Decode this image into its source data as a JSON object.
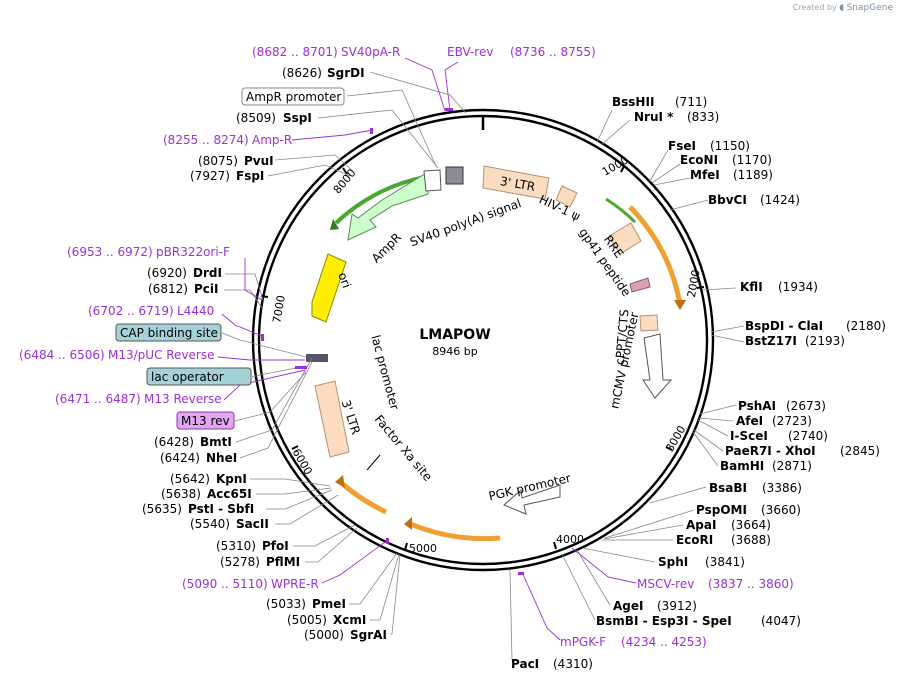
{
  "plasmid": {
    "name": "LMAPOW",
    "length_label": "8946 bp"
  },
  "watermark": {
    "prefix": "Created by",
    "brand": "SnapGene"
  },
  "ticks": [
    "1000",
    "2000",
    "3000",
    "4000",
    "5000",
    "6000",
    "7000",
    "8000"
  ],
  "enzymes_right": [
    {
      "name": "BssHII",
      "pos": "(711)"
    },
    {
      "name": "NruI *",
      "pos": "(833)"
    },
    {
      "name": "FseI",
      "pos": "(1150)"
    },
    {
      "name": "EcoNI",
      "pos": "(1170)"
    },
    {
      "name": "MfeI",
      "pos": "(1189)"
    },
    {
      "name": "BbvCI",
      "pos": "(1424)"
    },
    {
      "name": "KflI",
      "pos": "(1934)"
    },
    {
      "name": "BspDI - ClaI",
      "pos": "(2180)"
    },
    {
      "name": "BstZ17I",
      "pos": "(2193)"
    },
    {
      "name": "PshAI",
      "pos": "(2673)"
    },
    {
      "name": "AfeI",
      "pos": "(2723)"
    },
    {
      "name": "I-SceI",
      "pos": "(2740)"
    },
    {
      "name": "PaeR7I - XhoI",
      "pos": "(2845)"
    },
    {
      "name": "BamHI",
      "pos": "(2871)"
    },
    {
      "name": "BsaBI",
      "pos": "(3386)"
    },
    {
      "name": "PspOMI",
      "pos": "(3660)"
    },
    {
      "name": "ApaI",
      "pos": "(3664)"
    },
    {
      "name": "EcoRI",
      "pos": "(3688)"
    },
    {
      "name": "SphI",
      "pos": "(3841)"
    },
    {
      "name": "AgeI",
      "pos": "(3912)"
    },
    {
      "name": "BsmBI - Esp3I - SpeI",
      "pos": "(4047)"
    },
    {
      "name": "PacI",
      "pos": "(4310)"
    }
  ],
  "enzymes_left": [
    {
      "name": "SgrDI",
      "pos": "(8626)"
    },
    {
      "name": "SspI",
      "pos": "(8509)"
    },
    {
      "name": "PvuI",
      "pos": "(8075)"
    },
    {
      "name": "FspI",
      "pos": "(7927)"
    },
    {
      "name": "DrdI",
      "pos": "(6920)"
    },
    {
      "name": "PciI",
      "pos": "(6812)"
    },
    {
      "name": "BmtI",
      "pos": "(6428)"
    },
    {
      "name": "NheI",
      "pos": "(6424)"
    },
    {
      "name": "KpnI",
      "pos": "(5642)"
    },
    {
      "name": "Acc65I",
      "pos": "(5638)"
    },
    {
      "name": "PstI - SbfI",
      "pos": "(5635)"
    },
    {
      "name": "SacII",
      "pos": "(5540)"
    },
    {
      "name": "PfoI",
      "pos": "(5310)"
    },
    {
      "name": "PflMI",
      "pos": "(5278)"
    },
    {
      "name": "PmeI",
      "pos": "(5033)"
    },
    {
      "name": "XcmI",
      "pos": "(5005)"
    },
    {
      "name": "SgrAI",
      "pos": "(5000)"
    }
  ],
  "primers": [
    {
      "range": "(8682 .. 8701)",
      "name": "SV40pA-R"
    },
    {
      "range": "(8736 .. 8755)",
      "name": "EBV-rev"
    },
    {
      "range": "(8255 .. 8274)",
      "name": "Amp-R"
    },
    {
      "range": "(6953 .. 6972)",
      "name": "pBR322ori-F"
    },
    {
      "range": "(6702 .. 6719)",
      "name": "L4440"
    },
    {
      "range": "(6484 .. 6506)",
      "name": "M13/pUC Reverse"
    },
    {
      "range": "(6471 .. 6487)",
      "name": "M13 Reverse"
    },
    {
      "range": "(5090 .. 5110)",
      "name": "WPRE-R"
    },
    {
      "range": "(3837 .. 3860)",
      "name": "MSCV-rev"
    },
    {
      "range": "(4234 .. 4253)",
      "name": "mPGK-F"
    }
  ],
  "boxed": [
    {
      "name": "AmpR promoter"
    },
    {
      "name": "CAP binding site"
    },
    {
      "name": "lac operator"
    },
    {
      "name": "M13 rev"
    }
  ],
  "features": [
    {
      "name": "3' LTR"
    },
    {
      "name": "HIV-1 ψ"
    },
    {
      "name": "RRE"
    },
    {
      "name": "gp41 peptide"
    },
    {
      "name": "cPPT/CTS"
    },
    {
      "name": "mCMV promoter"
    },
    {
      "name": "PGK promoter"
    },
    {
      "name": "Factor Xa site"
    },
    {
      "name": "3' LTR"
    },
    {
      "name": "lac promoter"
    },
    {
      "name": "ori"
    },
    {
      "name": "AmpR"
    },
    {
      "name": "SV40 poly(A) signal"
    }
  ],
  "colors": {
    "ltr": "#fcdcc0",
    "ltr_stroke": "#b59270",
    "ori": "#ffee00",
    "ampr": "#ccffcc",
    "primer": "#9b30d9",
    "boxed_teal": "#a4d2d8",
    "boxed_purple": "#e0a7f0",
    "orange_arc": "#f0a030",
    "green_arc": "#48a830"
  }
}
